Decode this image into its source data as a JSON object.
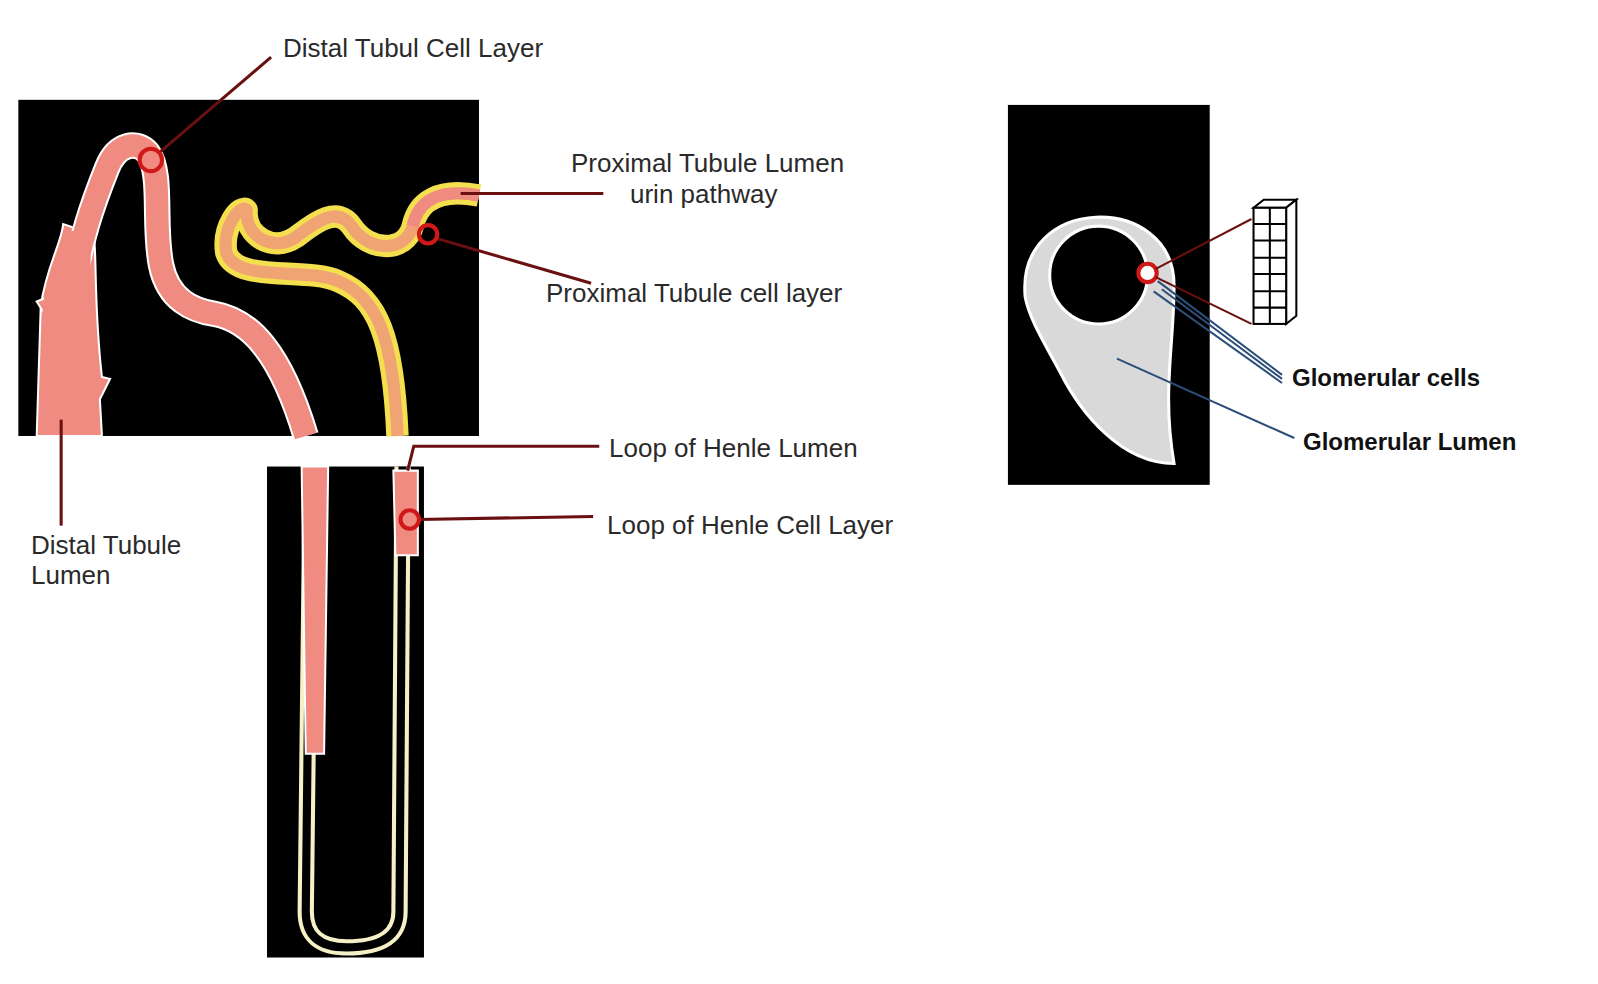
{
  "diagram": {
    "labels": [
      "Distal Tubul Cell Layer",
      "Proximal Tubule Lumen",
      "urin pathway",
      "Proximal Tubule cell layer",
      "Loop of Henle Lumen",
      "Loop of Henle Cell Layer",
      "Distal Tubule Lumen",
      "Glomerular cells",
      "Glomerular Lumen"
    ]
  }
}
